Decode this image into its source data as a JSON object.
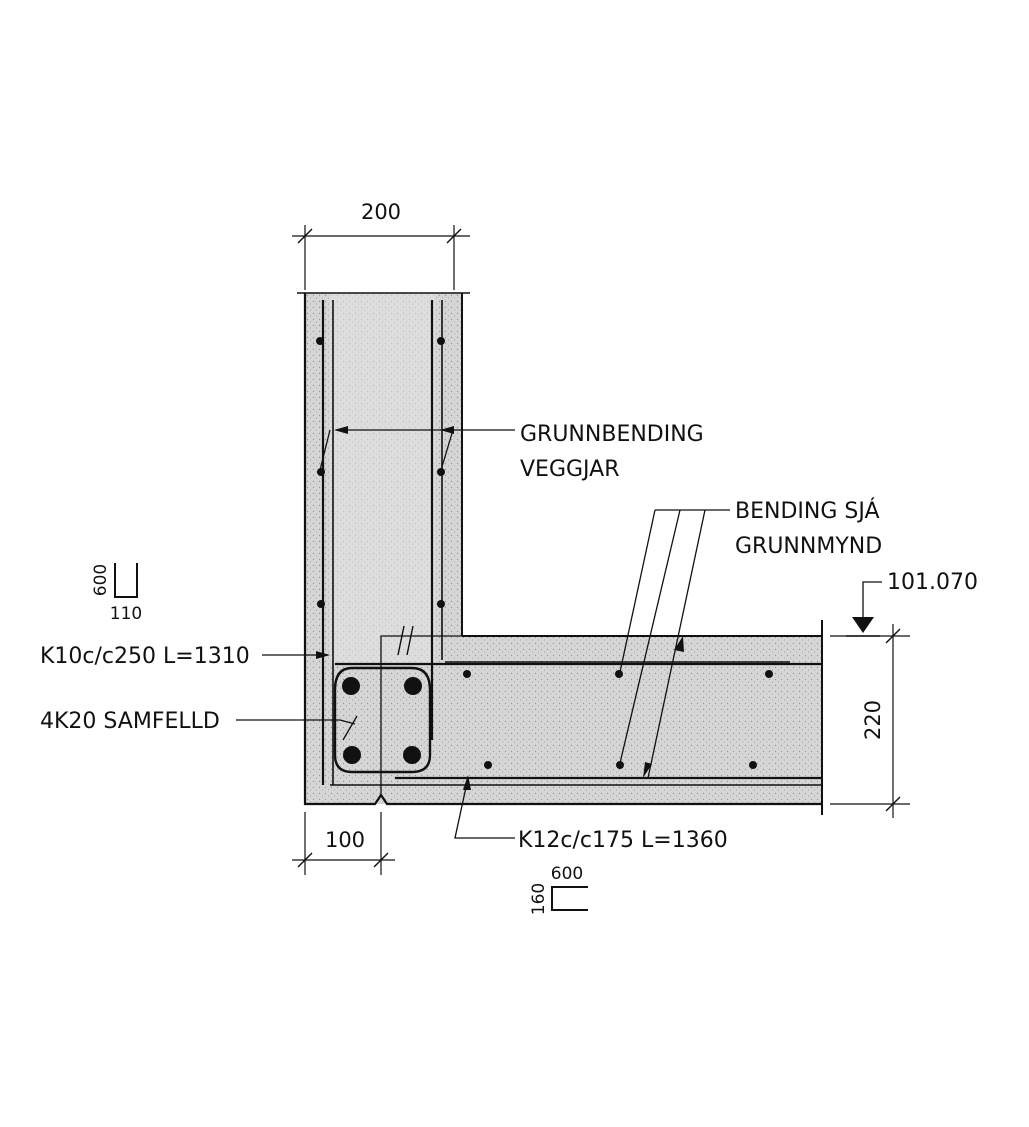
{
  "colors": {
    "ink": "#111111",
    "concrete": "#d4d4d4",
    "paper": "#ffffff"
  },
  "dimensions": {
    "wall_width": "200",
    "foot_offset": "100",
    "slab_thickness": "220"
  },
  "level": "101.070",
  "labels": {
    "wall_bending_line1": "GRUNNBENDING",
    "wall_bending_line2": "VEGGJAR",
    "slab_bending_line1": "BENDING SJÁ",
    "slab_bending_line2": "GRUNNMYND",
    "wall_bars": "K10c/c250 L=1310",
    "corner_bars": "4K20 SAMFELLD",
    "slab_bars": "K12c/c175 L=1360"
  },
  "bar_shapes": {
    "wall_bar": {
      "height": "600",
      "width": "110"
    },
    "slab_bar": {
      "width": "600",
      "height": "160"
    }
  }
}
